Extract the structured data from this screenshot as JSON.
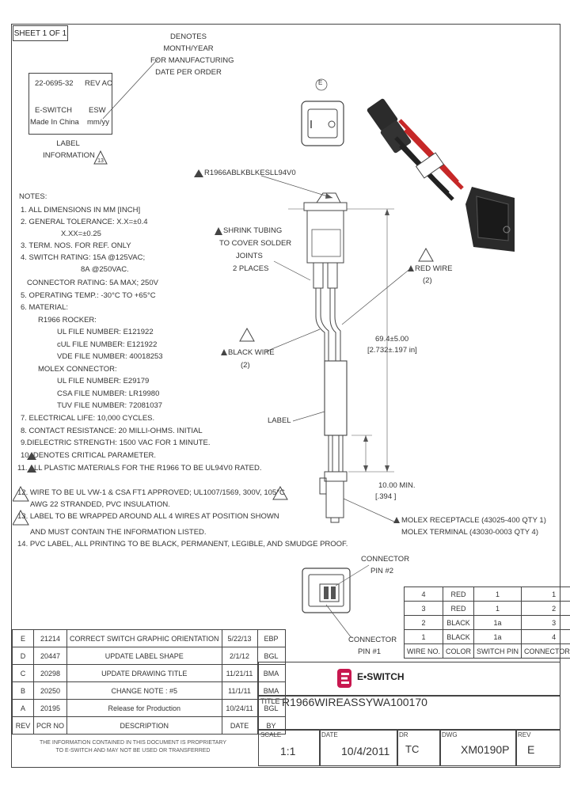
{
  "sheet": "SHEET 1 OF 1",
  "denotes_note": [
    "DENOTES",
    "MONTH/YEAR",
    "FOR MANUFACTURING",
    "DATE PER ORDER"
  ],
  "label_box": {
    "part": "22-0695-32",
    "rev": "REV AC",
    "brand": "E-SWITCH",
    "code": "ESW",
    "origin": "Made In China",
    "date_code": "mm/yy"
  },
  "label_information": [
    "LABEL",
    "INFORMATION"
  ],
  "label_information_ref": "13",
  "view_ref": "E",
  "notes_title": "NOTES:",
  "notes": [
    "1. ALL DIMENSIONS IN MM [INCH]",
    "2. GENERAL TOLERANCE: X.X=±0.4",
    "X.XX=±0.25",
    "3. TERM. NOS. FOR REF. ONLY",
    "4. SWITCH RATING: 15A @125VAC;",
    "8A @250VAC.",
    "CONNECTOR RATING: 5A MAX; 250V",
    "5. OPERATING TEMP.: -30°C TO +65°C",
    "6. MATERIAL:",
    "R1966 ROCKER:",
    "UL FILE NUMBER: E121922",
    "cUL FILE NUMBER: E121922",
    "VDE FILE NUMBER: 40018253",
    "MOLEX CONNECTOR:",
    "UL FILE NUMBER: E29179",
    "CSA FILE NUMBER: LR19980",
    "TUV FILE NUMBER: 72081037",
    "7. ELECTRICAL LIFE: 10,000 CYCLES.",
    "8. CONTACT RESISTANCE: 20 MILLI-OHMS. INITIAL",
    "9.DIELECTRIC STRENGTH: 1500 VAC FOR 1 MINUTE.",
    "10.    DENOTES CRITICAL PARAMETER.",
    "11.    ALL PLASTIC MATERIALS FOR THE R1966 TO BE UL94V0 RATED.",
    "12.    WIRE TO BE UL VW-1 & CSA FT1 APPROVED; UL1007/1569, 300V, 105°C",
    "AWG 22 STRANDED, PVC INSULATION.",
    "13.    LABEL TO BE WRAPPED AROUND ALL 4 WIRES AT POSITION SHOWN",
    "AND MUST CONTAIN THE INFORMATION LISTED.",
    "14. PVC LABEL, ALL PRINTING TO BE BLACK, PERMANENT, LEGIBLE, AND SMUDGE PROOF."
  ],
  "callouts": {
    "part_number": "R1966ABLKBLKESLL94V0",
    "shrink": [
      "SHRINK TUBING",
      "TO COVER SOLDER",
      "JOINTS",
      "2 PLACES"
    ],
    "red_wire": [
      "RED WIRE",
      "(2)"
    ],
    "black_wire": [
      "BLACK WIRE",
      "(2)"
    ],
    "label": "LABEL",
    "dim_main": [
      "69.4±5.00",
      "[2.732±.197 in]"
    ],
    "dim_min": [
      "10.00   MIN.",
      "[.394   ]"
    ],
    "molex_receptacle": "MOLEX RECEPTACLE (43025-400 QTY 1)",
    "molex_terminal": "MOLEX TERMINAL (43030-0003 QTY 4)",
    "connector_pin2": [
      "CONNECTOR",
      "PIN #2"
    ],
    "connector_pin1": [
      "CONNECTOR",
      "PIN #1"
    ]
  },
  "wire_table": {
    "headers": [
      "WIRE NO.",
      "COLOR",
      "SWITCH PIN",
      "CONNECTOR PIN"
    ],
    "rows": [
      [
        "4",
        "RED",
        "1",
        "1"
      ],
      [
        "3",
        "RED",
        "1",
        "2"
      ],
      [
        "2",
        "BLACK",
        "1a",
        "3"
      ],
      [
        "1",
        "BLACK",
        "1a",
        "4"
      ]
    ]
  },
  "revisions": {
    "headers": [
      "REV",
      "PCR NO",
      "DESCRIPTION",
      "DATE",
      "BY"
    ],
    "rows": [
      [
        "E",
        "21214",
        "CORRECT SWITCH GRAPHIC ORIENTATION",
        "5/22/13",
        "EBP"
      ],
      [
        "D",
        "20447",
        "UPDATE LABEL SHAPE",
        "2/1/12",
        "BGL"
      ],
      [
        "C",
        "20298",
        "UPDATE DRAWING TITLE",
        "11/21/11",
        "BMA"
      ],
      [
        "B",
        "20250",
        "CHANGE NOTE : #5",
        "11/1/11",
        "BMA"
      ],
      [
        "A",
        "20195",
        "Release for Production",
        "10/24/11",
        "BGL"
      ]
    ]
  },
  "proprietary": [
    "THE INFORMATION CONTAINED IN THIS DOCUMENT IS PROPRIETARY",
    "TO E-SWITCH AND MAY NOT BE USED OR TRANSFERRED"
  ],
  "brand_name": "E•SWITCH",
  "title_label": "TITLE",
  "title": "R1966WIREASSYWA100170",
  "scale_label": "SCALE",
  "scale": "1:1",
  "date_label": "DATE",
  "date": "10/4/2011",
  "dr_label": "DR",
  "dr": "TC",
  "dwg_label": "DWG",
  "dwg": "XM0190P",
  "rev_label": "REV",
  "rev": "E",
  "colors": {
    "brand": "#c8174f",
    "red_wire": "#c62828",
    "line": "#444444"
  }
}
